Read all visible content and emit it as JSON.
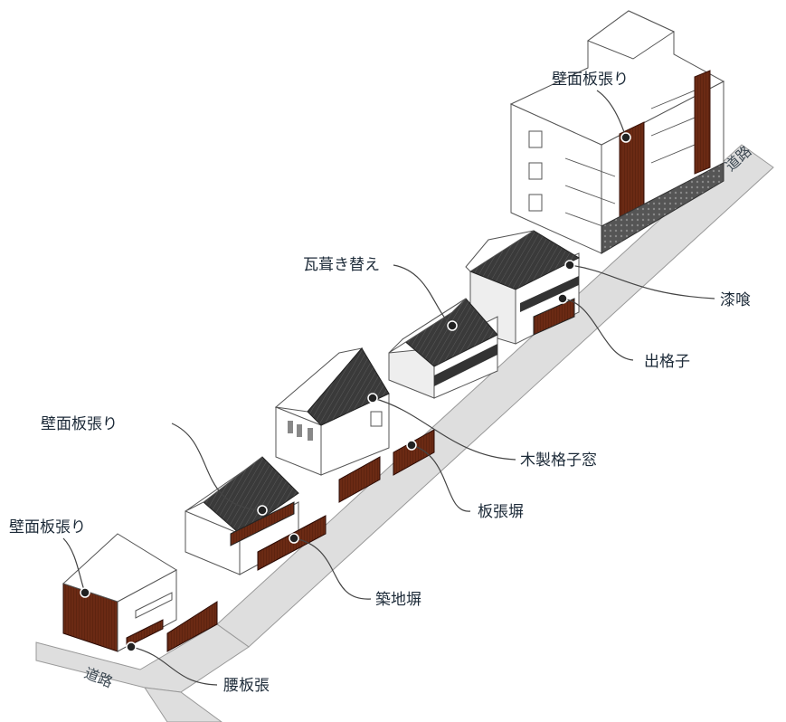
{
  "labels": {
    "building_wall_boards": "壁面板張り",
    "roof_tile_replacement": "瓦葺き替え",
    "plaster": "漆喰",
    "lattice_bay": "出格子",
    "wood_lattice_window": "木製格子窓",
    "board_fence": "板張塀",
    "house_wall_boards_mid": "壁面板張り",
    "earthen_wall": "築地塀",
    "house_wall_boards_left": "壁面板張り",
    "wainscot": "腰板張"
  },
  "road_labels": {
    "top": "道路",
    "bottom": "道路"
  },
  "colors": {
    "roof": "#3c3c3c",
    "wood": "#6b2a14",
    "road": "#dedede",
    "plaster_white": "#ffffff",
    "leader": "#444444",
    "text": "#1c2a38"
  }
}
